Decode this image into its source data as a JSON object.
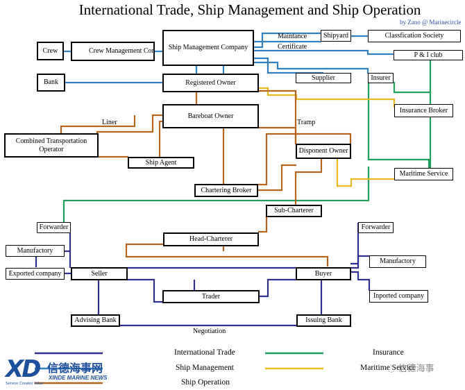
{
  "title": "International Trade, Ship Management and Ship Operation",
  "byline": "by  Zano @ Marinecircle",
  "colors": {
    "trade": "#2e2f8f",
    "management": "#2f7fc1",
    "operation": "#b5651d",
    "insurance": "#1e9e5a",
    "maritime": "#e8b820"
  },
  "boxes": {
    "crew": "Crew",
    "crew_mgmt": "Crew Management Company",
    "ship_mgmt": "Ship Management Company",
    "shipyard": "Shipyard",
    "class_society": "Classfication Society",
    "pi_club": "P & I club",
    "bank": "Bank",
    "registered_owner": "Registered Owner",
    "supplier": "Supplier",
    "insurer": "Insurer",
    "bareboat_owner": "Bareboat Owner",
    "insurance_broker": "Insurance Broker",
    "combined_transport": "Combined Transportation Operator",
    "disponent_owner": "Disponent Owner",
    "ship_agent": "Ship Agent",
    "maritime_service": "Maritime Service",
    "chartering_broker": "Chartering Broker",
    "sub_charterer": "Sub-Charterer",
    "forwarder_left": "Forwarder",
    "forwarder_right": "Forwarder",
    "head_charterer": "Head-Charterer",
    "manufactory_left": "Manufactory",
    "manufactory_right": "Manufactory",
    "exported_company": "Exported company",
    "seller": "Seller",
    "buyer": "Buyer",
    "trader": "Trader",
    "imported_company": "Inported company",
    "advising_bank": "Advising Bank",
    "issuing_bank": "Issuing Bank"
  },
  "labels": {
    "maintance": "Maintance",
    "certificate": "Certificate",
    "liner": "Liner",
    "tramp": "Tramp",
    "negotiation": "Negotiation"
  },
  "legend": {
    "trade": "International Trade",
    "management": "Ship Management",
    "operation": "Ship Operation",
    "insurance": "Insurance",
    "maritime": "Maritime Service"
  },
  "logo": {
    "mark": "XD",
    "name_cn": "信德海事网",
    "name_en": "XINDE MARINE NEWS",
    "tagline": "Service Creates Value"
  },
  "watermark": "信德海事"
}
